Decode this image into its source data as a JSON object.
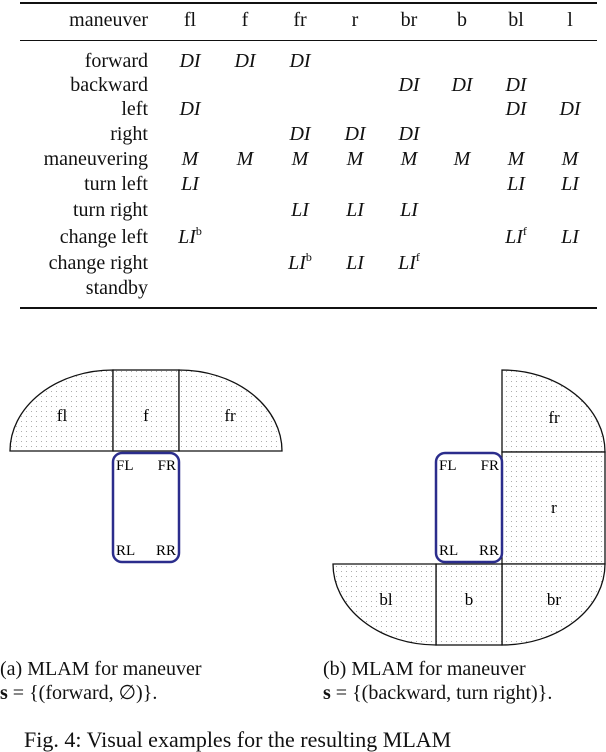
{
  "table": {
    "header": [
      "maneuver",
      "fl",
      "f",
      "fr",
      "r",
      "br",
      "b",
      "bl",
      "l"
    ],
    "rows": [
      {
        "name": "forward",
        "cells": [
          "DI",
          "DI",
          "DI",
          "",
          "",
          "",
          "",
          ""
        ],
        "sups": [
          "",
          "",
          "",
          "",
          "",
          "",
          "",
          ""
        ]
      },
      {
        "name": "backward",
        "cells": [
          "",
          "",
          "",
          "",
          "DI",
          "DI",
          "DI",
          ""
        ],
        "sups": [
          "",
          "",
          "",
          "",
          "",
          "",
          "",
          ""
        ]
      },
      {
        "name": "left",
        "cells": [
          "DI",
          "",
          "",
          "",
          "",
          "",
          "DI",
          "DI"
        ],
        "sups": [
          "",
          "",
          "",
          "",
          "",
          "",
          "",
          ""
        ]
      },
      {
        "name": "right",
        "cells": [
          "",
          "",
          "DI",
          "DI",
          "DI",
          "",
          "",
          ""
        ],
        "sups": [
          "",
          "",
          "",
          "",
          "",
          "",
          "",
          ""
        ]
      },
      {
        "name": "maneuvering",
        "cells": [
          "M",
          "M",
          "M",
          "M",
          "M",
          "M",
          "M",
          "M"
        ],
        "sups": [
          "",
          "",
          "",
          "",
          "",
          "",
          "",
          ""
        ]
      },
      {
        "name": "turn left",
        "cells": [
          "LI",
          "",
          "",
          "",
          "",
          "",
          "LI",
          "LI"
        ],
        "sups": [
          "",
          "",
          "",
          "",
          "",
          "",
          "",
          ""
        ]
      },
      {
        "name": "turn right",
        "cells": [
          "",
          "",
          "LI",
          "LI",
          "LI",
          "",
          "",
          ""
        ],
        "sups": [
          "",
          "",
          "",
          "",
          "",
          "",
          "",
          ""
        ]
      },
      {
        "name": "change left",
        "cells": [
          "LI",
          "",
          "",
          "",
          "",
          "",
          "LI",
          "LI"
        ],
        "sups": [
          "b",
          "",
          "",
          "",
          "",
          "",
          "f",
          ""
        ]
      },
      {
        "name": "change right",
        "cells": [
          "",
          "",
          "LI",
          "LI",
          "LI",
          "",
          "",
          ""
        ],
        "sups": [
          "",
          "",
          "b",
          "",
          "f",
          "",
          "",
          ""
        ]
      },
      {
        "name": "standby",
        "cells": [
          "",
          "",
          "",
          "",
          "",
          "",
          "",
          ""
        ],
        "sups": [
          "",
          "",
          "",
          "",
          "",
          "",
          "",
          ""
        ]
      }
    ]
  },
  "diagram_a": {
    "zones": {
      "fl": "fl",
      "f": "f",
      "fr": "fr"
    },
    "corners": {
      "FL": "FL",
      "FR": "FR",
      "RL": "RL",
      "RR": "RR"
    },
    "caption_line1": "(a) MLAM for maneuver",
    "caption_s": "s",
    "caption_rest": " = {(forward, ∅)}."
  },
  "diagram_b": {
    "zones": {
      "fr": "fr",
      "r": "r",
      "br": "br",
      "b": "b",
      "bl": "bl"
    },
    "corners": {
      "FL": "FL",
      "FR": "FR",
      "RL": "RL",
      "RR": "RR"
    },
    "caption_line1": "(b) MLAM for maneuver",
    "caption_s": "s",
    "caption_rest": " = {(backward, turn right)}."
  },
  "figure_caption": "Fig. 4: Visual examples for the resulting MLAM"
}
